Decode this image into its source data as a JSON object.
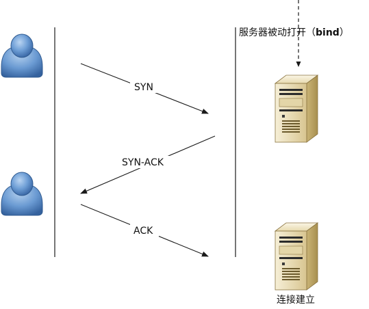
{
  "messages": {
    "syn": "SYN",
    "syn_ack": "SYN-ACK",
    "ack": "ACK"
  },
  "server": {
    "bind_text": "服务器被动打开（",
    "bind_keyword": "bind",
    "bind_close": "）",
    "established": "连接建立"
  },
  "colors": {
    "client_icon": "#5b8dc9",
    "server_body": "#e9ddb5",
    "line": "#1a1a1a"
  },
  "icons": {
    "client": "user-icon",
    "server": "server-icon"
  }
}
